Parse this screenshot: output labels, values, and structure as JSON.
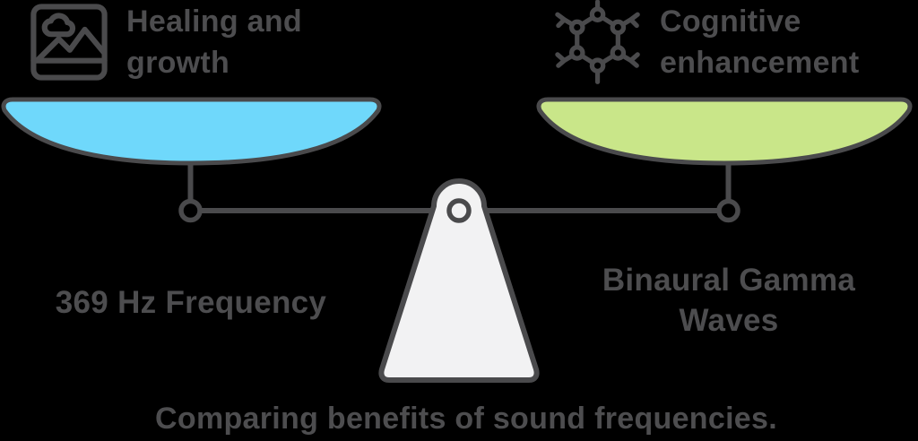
{
  "diagram": {
    "caption": "Comparing benefits of sound frequencies.",
    "left_side": {
      "icon": "image-icon",
      "header": "Healing and growth",
      "label": "369 Hz Frequency",
      "pan_color": "#6fd8fb"
    },
    "right_side": {
      "icon": "molecule-icon",
      "header": "Cognitive enhancement",
      "label": "Binaural Gamma Waves",
      "pan_color": "#c9e689"
    },
    "colors": {
      "outline": "#4a4a4c",
      "text": "#4d4d4f",
      "fulcrum_fill": "#f2f2f3",
      "background": "#000000"
    }
  }
}
